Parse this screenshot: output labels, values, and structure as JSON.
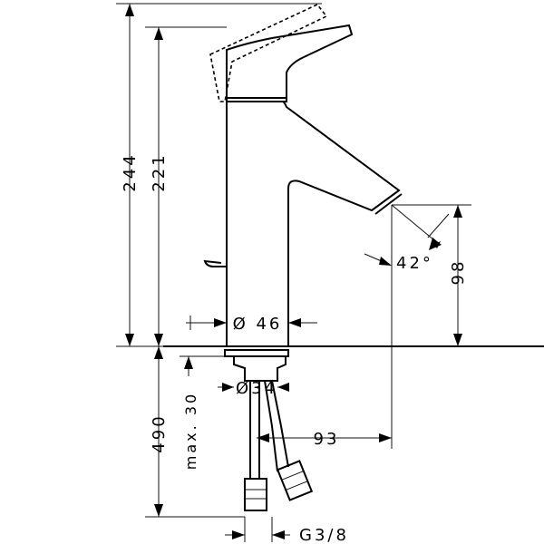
{
  "dimensions": {
    "total_height": "244",
    "spout_height": "221",
    "spout_clearance": "98",
    "spout_angle": "42°",
    "body_diameter": "Ø 46",
    "shank_diameter": "Ø34",
    "max_counter_thickness": "max. 30",
    "hose_length": "490",
    "spout_reach": "93",
    "connection_thread": "G3/8"
  }
}
